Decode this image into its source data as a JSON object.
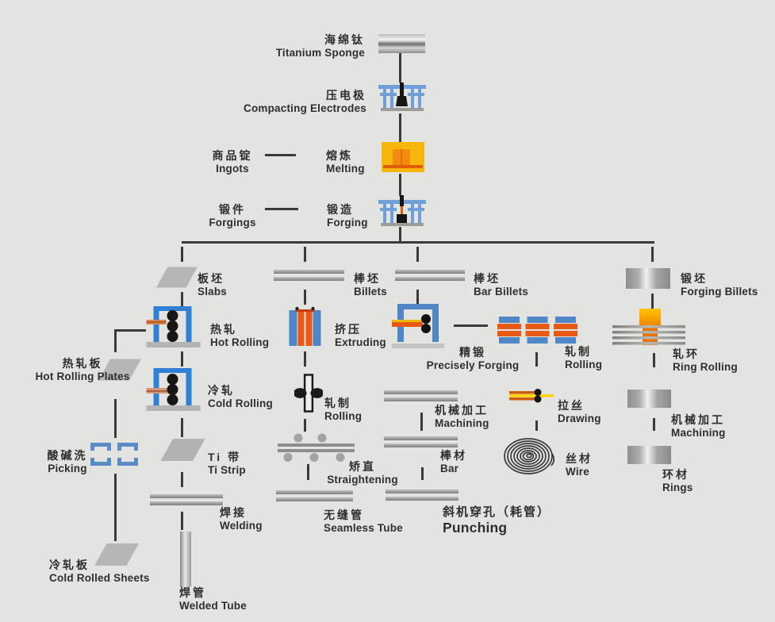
{
  "diagram": {
    "subject": "titanium-processing-flow",
    "nodes": {
      "titanium_sponge": {
        "zh": "海绵钛",
        "en": "Titanium Sponge"
      },
      "compacting": {
        "zh": "压电极",
        "en": "Compacting Electrodes"
      },
      "ingots": {
        "zh": "商品锭",
        "en": "Ingots"
      },
      "melting": {
        "zh": "熔炼",
        "en": "Melting"
      },
      "forgings": {
        "zh": "锻件",
        "en": "Forgings"
      },
      "forging": {
        "zh": "锻造",
        "en": "Forging"
      },
      "slabs": {
        "zh": "板坯",
        "en": "Slabs"
      },
      "billets": {
        "zh": "棒坯",
        "en": "Billets"
      },
      "bar_billets": {
        "zh": "棒坯",
        "en": "Bar Billets"
      },
      "forging_billets": {
        "zh": "锻坯",
        "en": "Forging Billets"
      },
      "hot_rolling": {
        "zh": "热轧",
        "en": "Hot Rolling"
      },
      "cold_rolling": {
        "zh": "冷轧",
        "en": "Cold Rolling"
      },
      "hot_rolling_plates": {
        "zh": "热轧板",
        "en": "Hot Rolling Plates"
      },
      "picking": {
        "zh": "酸碱洗",
        "en": "Picking"
      },
      "cold_rolled_sheets": {
        "zh": "冷轧板",
        "en": "Cold Rolled Sheets"
      },
      "ti_strip": {
        "zh": "Ti 带",
        "en": "Ti Strip"
      },
      "welding": {
        "zh": "焊接",
        "en": "Welding"
      },
      "welded_tube": {
        "zh": "焊管",
        "en": "Welded Tube"
      },
      "extruding": {
        "zh": "挤压",
        "en": "Extruding"
      },
      "rolling_mid": {
        "zh": "轧制",
        "en": "Rolling"
      },
      "straightening": {
        "zh": "矫直",
        "en": "Straightening"
      },
      "seamless_tube": {
        "zh": "无缝管",
        "en": "Seamless Tube"
      },
      "precisely_forging": {
        "zh": "精锻",
        "en": "Precisely Forging"
      },
      "rolling_right": {
        "zh": "轧制",
        "en": "Rolling"
      },
      "machining_mid": {
        "zh": "机械加工",
        "en": "Machining"
      },
      "bar": {
        "zh": "棒材",
        "en": "Bar"
      },
      "punching": {
        "zh": "斜机穿孔（耗管）",
        "en": "Punching"
      },
      "drawing": {
        "zh": "拉丝",
        "en": "Drawing"
      },
      "wire": {
        "zh": "丝材",
        "en": "Wire"
      },
      "ring_rolling": {
        "zh": "轧环",
        "en": "Ring Rolling"
      },
      "machining_right": {
        "zh": "机械加工",
        "en": "Machining"
      },
      "rings": {
        "zh": "环材",
        "en": "Rings"
      }
    },
    "icons": [
      "sponge-slab-icon",
      "electrode-press-icon",
      "melting-furnace-icon",
      "forging-press-icon",
      "slab-parallelogram-icon",
      "billet-bars-icon",
      "forging-billet-cylinder-icon",
      "rolling-mill-icon",
      "pickling-tanks-icon",
      "extrusion-die-icon",
      "tube-rolling-icon",
      "precision-forge-icon",
      "rolling-stands-icon",
      "ring-rolling-mill-icon",
      "straightener-icon",
      "wire-coil-icon",
      "drawing-die-icon",
      "welded-tube-icon",
      "ring-cylinder-icon"
    ],
    "colors": {
      "background": "#e3e3e1",
      "line": "#3a3a3a",
      "blue": "#4f86c8",
      "bright_blue": "#2f7fd4",
      "furnace_yellow": "#f7b60a",
      "hot_orange": "#e85a14",
      "deep_orange": "#e05c08",
      "gray_metal": "#b0b0ae",
      "text": "#2e2e2e"
    }
  }
}
